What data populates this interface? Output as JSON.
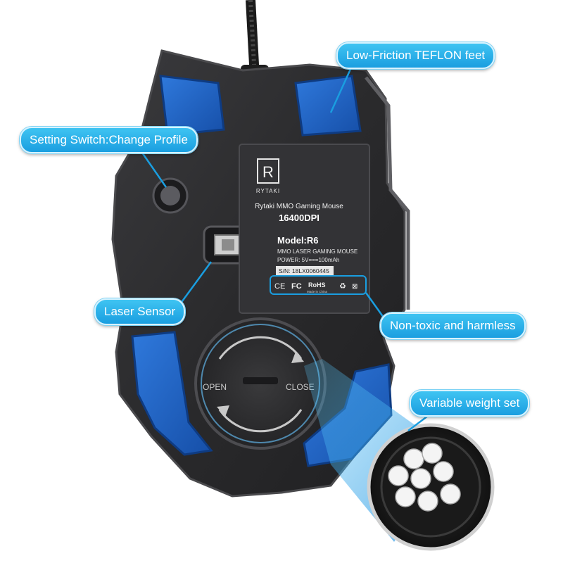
{
  "callouts": {
    "teflon": "Low-Friction TEFLON feet",
    "switch": "Setting Switch:Change Profile",
    "laser": "Laser Sensor",
    "nontoxic": "Non-toxic and harmless",
    "weight": "Variable weight set"
  },
  "label": {
    "logo_letter": "R",
    "brand": "RYTAKI",
    "product": "Rytaki MMO Gaming Mouse",
    "dpi": "16400DPI",
    "model": "Model:R6",
    "type": "MMO LASER GAMING MOUSE",
    "power": "POWER: 5V===100mAh",
    "serial": "S/N: 18LX0060445",
    "cert_ce": "CE",
    "cert_fc": "FC",
    "cert_rohs": "RoHS",
    "made_in": "Made in China"
  },
  "weight_cover": {
    "open": "OPEN",
    "close": "CLOSE"
  },
  "colors": {
    "accent": "#1a9ee0",
    "feet_blue": "#1f62c4",
    "body": "#2b2b2d"
  }
}
